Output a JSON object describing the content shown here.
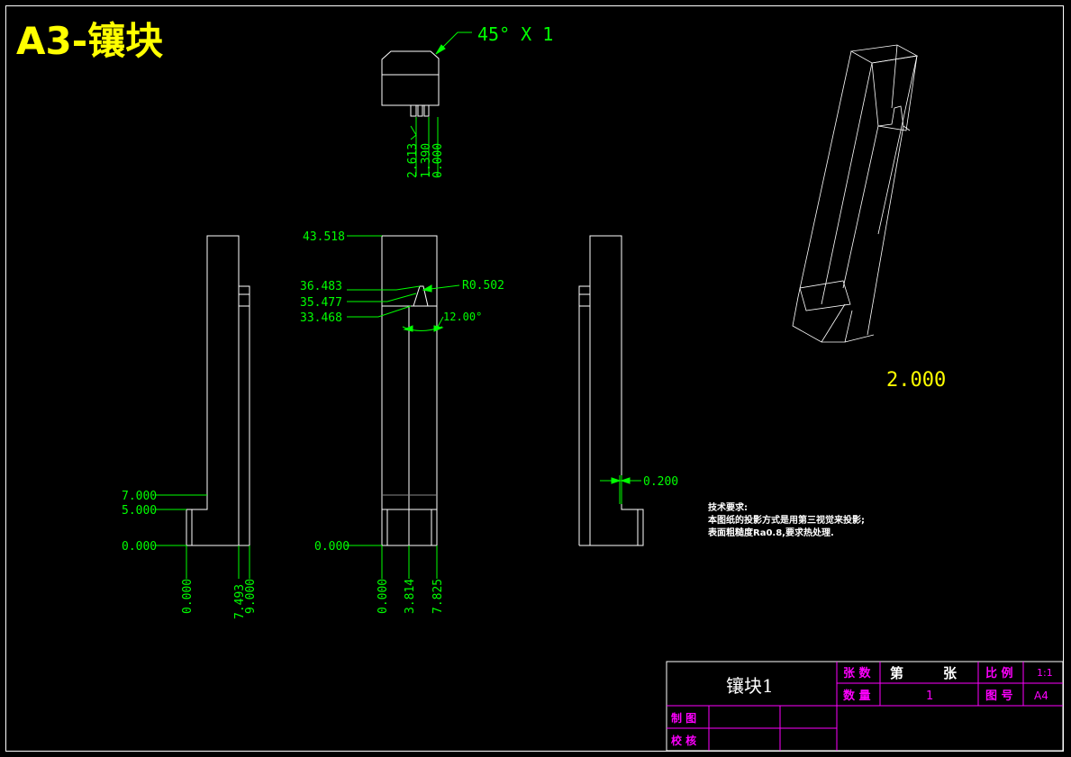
{
  "header": {
    "title": "A3-镶块",
    "title_color": "#FFFF00"
  },
  "colors": {
    "background": "#000000",
    "geometry": "#FFFFFF",
    "dimension": "#00FF00",
    "title_block": "#FF00FF",
    "annotation": "#FFFF00"
  },
  "top_view": {
    "chamfer_label": "45° X 1",
    "dims": [
      "2.613",
      "1.390",
      "0.000"
    ]
  },
  "left_view": {
    "dims_y": [
      "7.000",
      "5.000",
      "0.000"
    ],
    "dims_x": [
      "0.000",
      "7.493",
      "9.000"
    ]
  },
  "front_view": {
    "dims_y": [
      "43.518",
      "36.483",
      "35.477",
      "33.468",
      "0.000"
    ],
    "radius": "R0.502",
    "angle": "12.00°",
    "dims_x": [
      "0.000",
      "3.814",
      "7.825"
    ]
  },
  "right_view": {
    "dim": "0.200"
  },
  "iso_view": {
    "scale_note": "2.000"
  },
  "notes": {
    "heading": "技术要求:",
    "line1": "本图纸的投影方式是用第三视觉来投影;",
    "line2": "表面粗糙度Ra0.8,要求热处理."
  },
  "title_block": {
    "part_name": "镶块1",
    "sheets_label": "张 数",
    "sheet_no_prefix": "第",
    "sheet_no_suffix": "张",
    "scale_label": "比 例",
    "scale_value": "1:1",
    "qty_label": "数 量",
    "qty_value": "1",
    "drawing_no_label": "图 号",
    "drawing_no_value": "A4",
    "drawn_label": "制 图",
    "checked_label": "校 核"
  }
}
